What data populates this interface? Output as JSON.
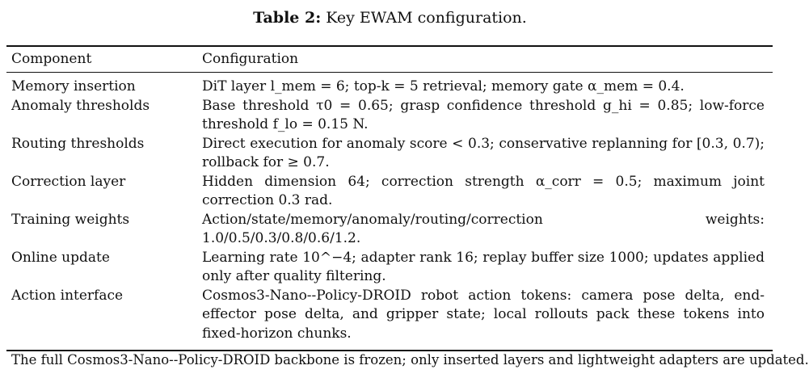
{
  "caption": {
    "label": "Table 2:",
    "text": "Key EWAM configuration."
  },
  "table": {
    "headers": [
      "Component",
      "Configuration"
    ],
    "rows": [
      {
        "component": "Memory insertion",
        "configuration": "DiT layer l_mem = 6; top-k = 5 retrieval; memory gate α_mem = 0.4."
      },
      {
        "component": "Anomaly thresholds",
        "configuration": "Base threshold τ0 = 0.65; grasp confidence threshold g_hi = 0.85; low-force threshold f_lo = 0.15 N."
      },
      {
        "component": "Routing thresholds",
        "configuration": "Direct execution for anomaly score < 0.3; conservative replanning for [0.3, 0.7); rollback for ≥ 0.7."
      },
      {
        "component": "Correction layer",
        "configuration": "Hidden dimension 64; correction strength α_corr = 0.5; maximum joint correction 0.3 rad."
      },
      {
        "component": "Training weights",
        "configuration": "Action/state/memory/anomaly/routing/correction weights: 1.0/0.5/0.3/0.8/0.6/1.2."
      },
      {
        "component": "Online update",
        "configuration": "Learning rate 10^−4; adapter rank 16; replay buffer size 1000; updates applied only after quality filtering."
      },
      {
        "component": "Action interface",
        "configuration": "Cosmos3-Nano--Policy-DROID robot action tokens: camera pose delta, end-effector pose delta, and gripper state; local rollouts pack these tokens into fixed-horizon chunks."
      }
    ]
  },
  "footnote": "The full Cosmos3-Nano--Policy-DROID backbone is frozen; only inserted layers and lightweight adapters are updated."
}
